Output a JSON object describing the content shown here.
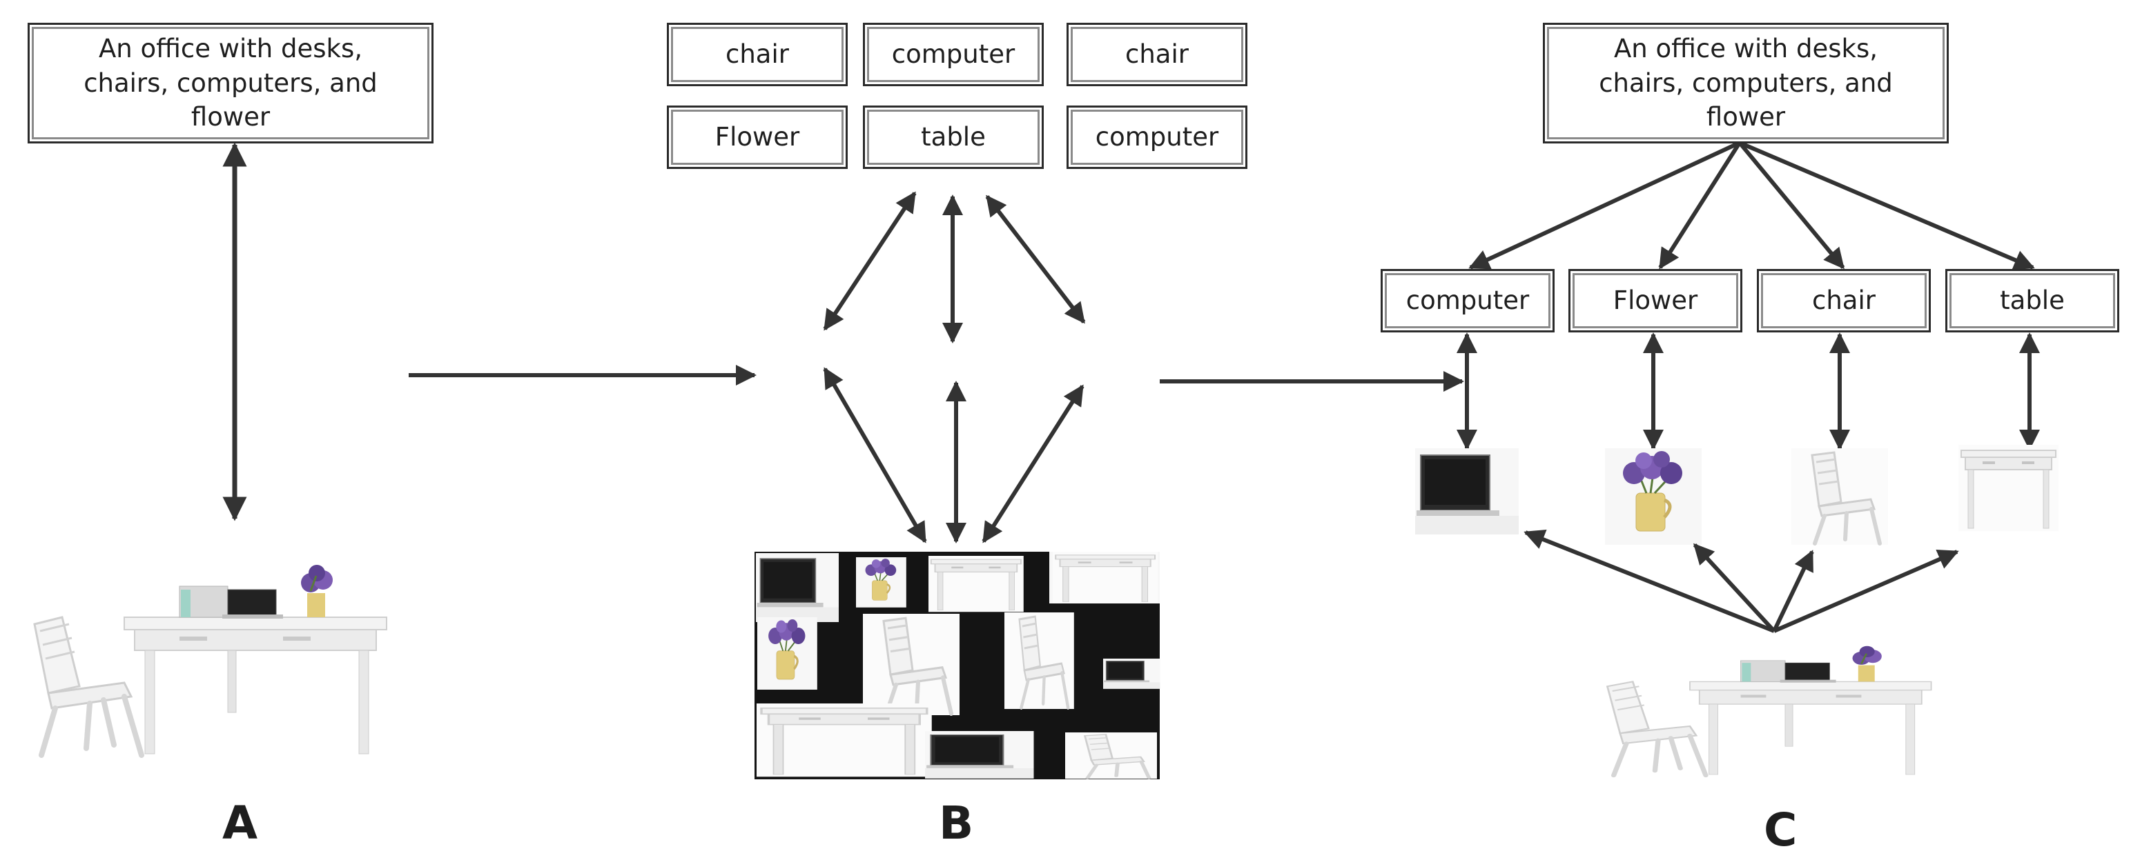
{
  "panel_a": {
    "caption": "An office with desks,\nchairs, computers, and\nflower",
    "label": "A"
  },
  "panel_b": {
    "objects": [
      "chair",
      "computer",
      "chair",
      "Flower",
      "table",
      "computer"
    ],
    "label": "B"
  },
  "panel_c": {
    "caption": "An office with desks,\nchairs, computers, and\nflower",
    "objects": [
      "computer",
      "Flower",
      "chair",
      "table"
    ],
    "label": "C"
  },
  "colors": {
    "stroke": "#333333",
    "box_border": "#2b2b2b",
    "mosaic_bg": "#141414",
    "flower": "#6b4fa0",
    "vase": "#e2cc7a"
  }
}
